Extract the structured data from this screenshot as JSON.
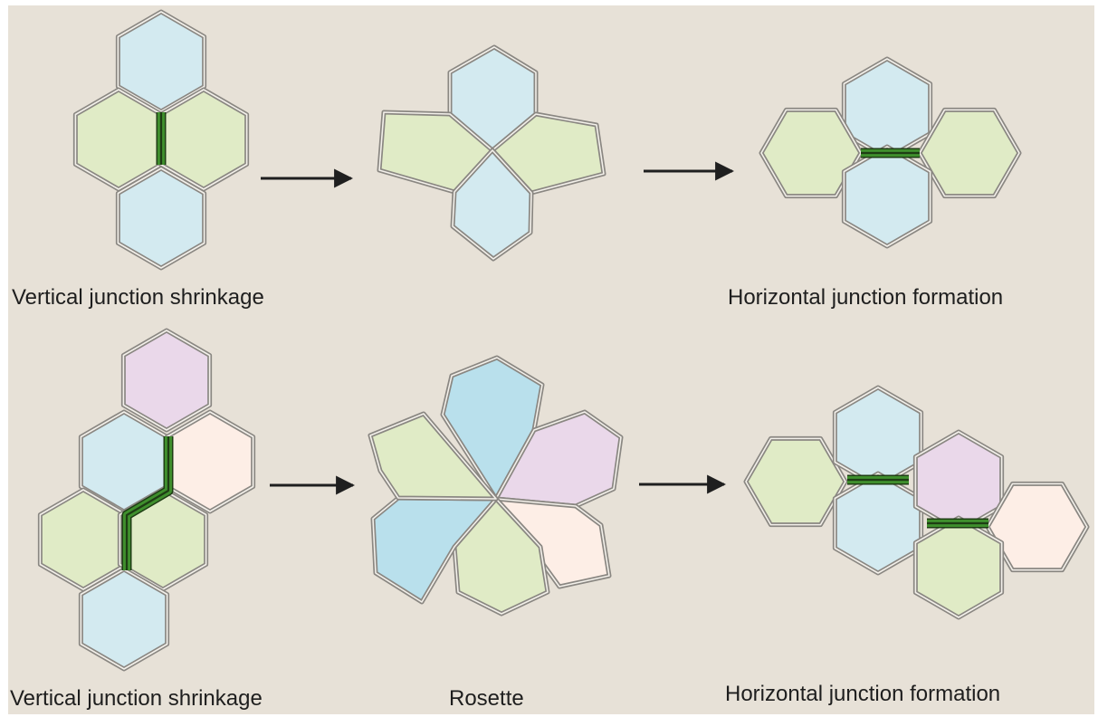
{
  "colors": {
    "background": "#e7e1d7",
    "cell_blue": "#d3eaf0",
    "cell_blue_dark": "#b9e0ec",
    "cell_green": "#e0ebc6",
    "cell_pink": "#ead8ea",
    "cell_peach": "#fdeee6",
    "cell_outline": "#8a8782",
    "junction": "#3f8f2d",
    "arrow": "#1f1f1f"
  },
  "labels": {
    "top_left": "Vertical junction shrinkage",
    "top_right": "Horizontal junction formation",
    "bottom_left": "Vertical junction shrinkage",
    "bottom_middle": "Rosette",
    "bottom_right": "Horizontal junction formation"
  }
}
